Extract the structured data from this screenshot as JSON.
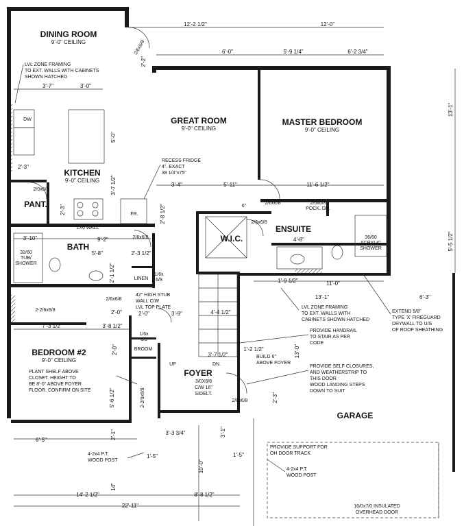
{
  "rooms": {
    "dining": {
      "name": "DINING ROOM",
      "ceiling": "9'-0\" CEILING"
    },
    "great": {
      "name": "GREAT ROOM",
      "ceiling": "9'-0\" CEILING"
    },
    "master": {
      "name": "MASTER BEDROOM",
      "ceiling": "9'-0\" CEILING"
    },
    "kitchen": {
      "name": "KITCHEN",
      "ceiling": "9'-0\" CEILING"
    },
    "pantry": {
      "name": "PANT."
    },
    "bath": {
      "name": "BATH"
    },
    "ensuite": {
      "name": "ENSUITE"
    },
    "wic": {
      "name": "W.I.C."
    },
    "linen": {
      "name": "LINEN"
    },
    "broom": {
      "name": "BROOM"
    },
    "bedroom2": {
      "name": "BEDROOM #2",
      "ceiling": "9'-0\" CEILING"
    },
    "foyer": {
      "name": "FOYER",
      "line1": "3/0X6/8",
      "line2": "C/W 16\"",
      "line3": "SIDELT."
    },
    "garage": {
      "name": "GARAGE"
    }
  },
  "fixtures": {
    "dw": "DW",
    "fr": "FR.",
    "wall2x6": "2X6 WALL",
    "up": "UP",
    "dn": "DN.",
    "tub": [
      "32/60",
      "TUB/",
      "SHOWER"
    ],
    "acrylic": [
      "36/60",
      "ACRYLIC",
      "SHOWER"
    ]
  },
  "doors": {
    "d1": "2/6x6/8",
    "d2": "2/0x6/8",
    "d3": "2/6x6/8",
    "d4": "2/6x6/8",
    "d5": "2/6x6/8",
    "pock1": "2/6x6/8",
    "pock2": "POCK. DR.",
    "d7": "2/6x6/8",
    "d8": "2-2/6x6/8",
    "d9a": "1/6x",
    "d9b": "6/8",
    "d10a": "1/6x",
    "d10b": "6/8",
    "d11": "2-2/0x6/8",
    "d12": "2/8x6/8"
  },
  "dims": {
    "top_12_2_half": "12'-2 1/2\"",
    "top_12_0": "12'-0\"",
    "d_6_0": "6'-0\"",
    "d_5_9_q": "5'-9 1/4\"",
    "d_6_2_3q": "6'-2 3/4\"",
    "d_3_7": "3'-7\"",
    "d_3_0": "3'-0\"",
    "d_5_0": "5'-0\"",
    "d_2_3": "2'-3\"",
    "d_2_2": "2'-2\"",
    "d_3_7_half": "3'-7 1/2\"",
    "d_2_3b": "2'-3\"",
    "d_3_4": "3'-4\"",
    "d_5_11": "5'-11\"",
    "d_11_6_half": "11'-6 1/2\"",
    "d_6in": "6\"",
    "d_2_8_half": "2'-8 1/2\"",
    "d_3_10": "3'-10\"",
    "d_9_2": "9'-2\"",
    "d_5_8": "5'-8\"",
    "d_2_3_half": "2'-3 1/2\"",
    "d_4_8": "4'-8\"",
    "d_1_9_half": "1'-9 1/2\"",
    "d_11_0": "11'-0\"",
    "d_13_1": "13'-1\"",
    "d_6_3": "6'-3\"",
    "d_2_0": "2'-0\"",
    "d_3_9": "3'-9\"",
    "d_4_4_half": "4'-4 1/2\"",
    "d_7_3_half": "7'-3 1/2\"",
    "d_3_8_half": "3'-8 1/2\"",
    "d_2_0b": "2'-0\"",
    "d_3_7_half_b": "3'-7 1/2\"",
    "d_1_2_half": "1'-2 1/2\"",
    "d_13_0": "13'-0\"",
    "d_2_3c": "2'-3\"",
    "d_5_6_half": "5'-6 1/2\"",
    "d_6_5": "6'-5\"",
    "d_2_1": "2'-1\"",
    "d_3_3_3q": "3'-3 3/4\"",
    "d_3_1": "3'-1\"",
    "d_1_5": "1'-5\"",
    "d_1_5b": "1'-5\"",
    "d_10_0": "10'-0\"",
    "d_14": "14\"",
    "d_14_2_half": "14'-2 1/2\"",
    "d_8_8_half": "8'-8 1/2\"",
    "d_22_11": "22'-11\"",
    "d_13_1v": "13'-1\"",
    "d_5_5_half": "5'-5 1/2\"",
    "d_2_1_half": "2'-1 1/2\"",
    "d_2_0c": "2'-0\""
  },
  "notes": {
    "lvl1": [
      "LVL ZONE FRAMING",
      "TO EXT. WALLS WITH CABINETS",
      "SHOWN HATCHED"
    ],
    "fridge": [
      "RECESS FRIDGE",
      "4\". EXACT",
      "38 1/4\"x75\""
    ],
    "stub": [
      "42\" HIGH STUB",
      "WALL C/W",
      "LVL TOP PLATE"
    ],
    "lvl2": [
      "LVL ZONE FRAMING",
      "TO EXT. WALLS WITH",
      "CABINETS SHOWN HATCHED"
    ],
    "fireguard": [
      "EXTEND 5/8\"",
      "TYPE 'X' FIREGUARD",
      "DRYWALL TO U/S",
      "OF ROOF SHEATHING"
    ],
    "handrail": [
      "PROVIDE HANDRAIL",
      "TO STAIR AS PER",
      "CODE"
    ],
    "build6": [
      "BUILD 6\"",
      "ABOVE FOYER"
    ],
    "closures": [
      "PROVIDE SELF CLOSURES,",
      "AND WEATHERSTRIP TO",
      "THIS DOOR",
      "WOOD LANDING STEPS",
      "DOWN TO SUIT"
    ],
    "plant": [
      "PLANT SHELF ABOVE",
      "CLOSET. HEIGHT TO",
      "BE 8'-0\" ABOVE FOYER",
      "FLOOR. CONFIRM ON SITE"
    ],
    "post1": [
      "4-2x4 P.T.",
      "WOOD POST"
    ],
    "post2": [
      "4-2x4 P.T.",
      "WOOD POST"
    ],
    "support": [
      "PROVIDE SUPPORT FOR",
      "OH DOOR TRACK"
    ],
    "ohdoor": [
      "16/0x7/0 INSULATED",
      "OVERHEAD DOOR"
    ]
  },
  "colors": {
    "line": "#1a1a1a",
    "paper": "#ffffff"
  }
}
